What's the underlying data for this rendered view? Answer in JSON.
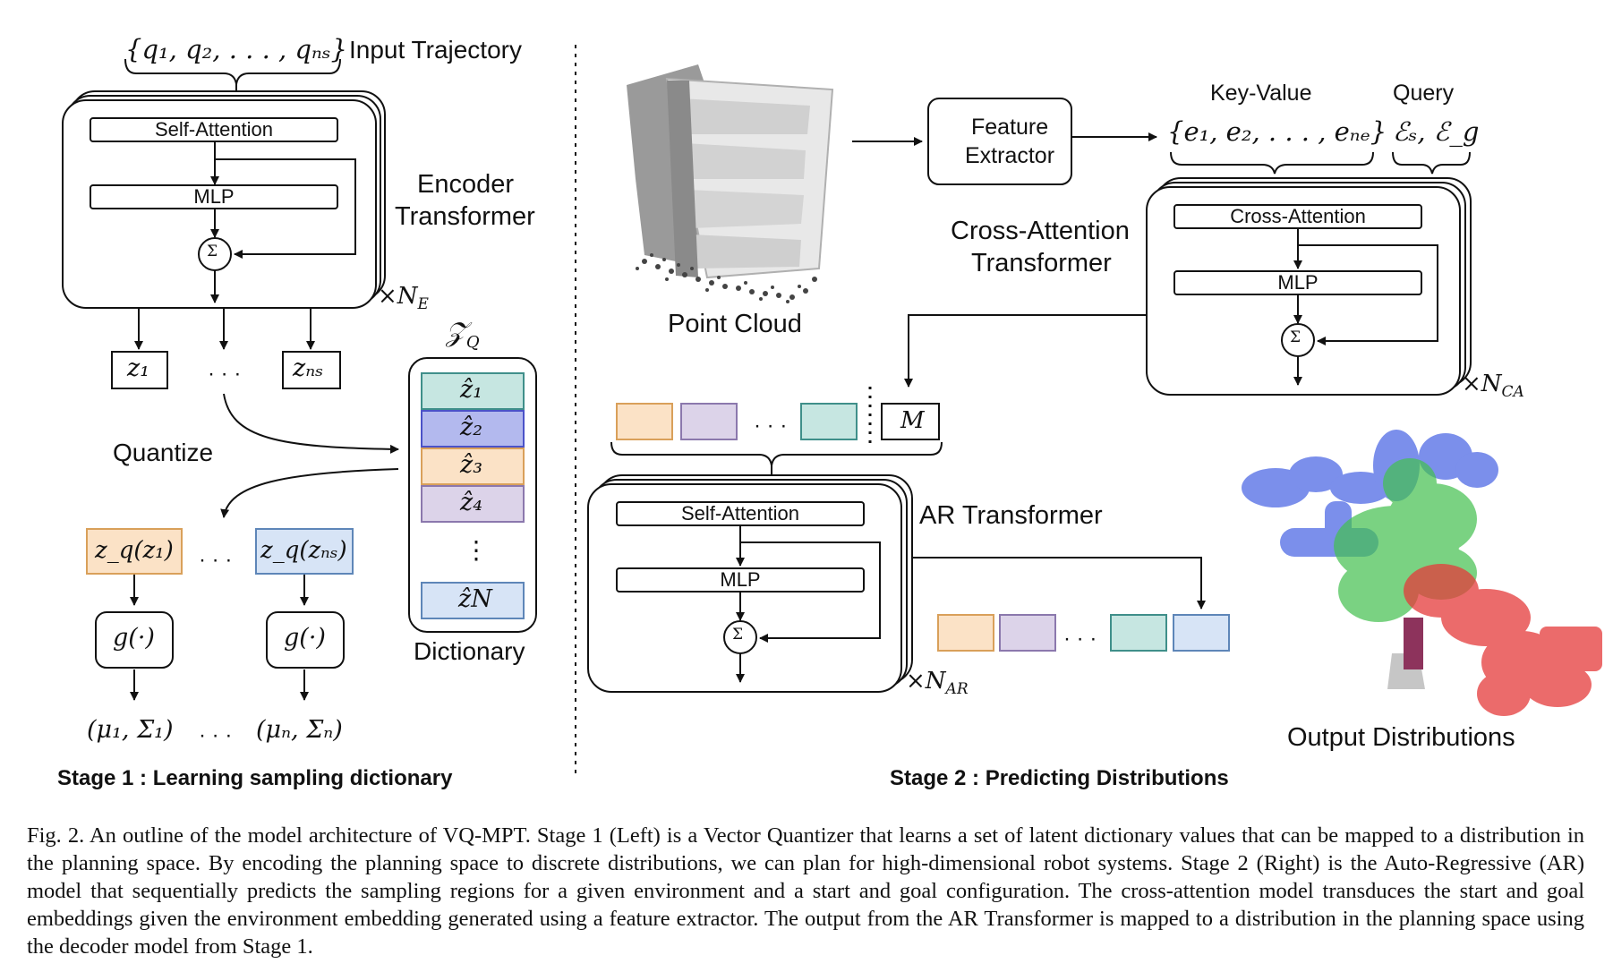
{
  "stage1": {
    "input_traj_math": "{q₁, q₂, . . . , qₙₛ}",
    "input_traj_label": "Input Trajectory",
    "encoder": {
      "self_attention": "Self-Attention",
      "mlp": "MLP",
      "sum": "Σ",
      "label_line1": "Encoder",
      "label_line2": "Transformer",
      "repeat": "×N",
      "repeat_sub": "E"
    },
    "z_first": "z₁",
    "dots": "· · ·",
    "z_last": "zₙₛ",
    "quantize": "Quantize",
    "dict_title": "𝒵",
    "dict_title_sub": "Q",
    "dictionary": [
      {
        "label": "ẑ₁",
        "color": "#c6e6e1",
        "border": "#3f8f8a"
      },
      {
        "label": "ẑ₂",
        "color": "#b3b9ee",
        "border": "#4b52c8"
      },
      {
        "label": "ẑ₃",
        "color": "#fbe2c6",
        "border": "#d9a05a"
      },
      {
        "label": "ẑ₄",
        "color": "#dcd3e9",
        "border": "#8b78ad"
      },
      {
        "label": "ẑN",
        "color": "#d7e4f6",
        "border": "#5e86b8"
      }
    ],
    "dict_vdots": "⋮",
    "dict_label": "Dictionary",
    "zq_first": "z_q(z₁)",
    "zq_last": "z_q(zₙₛ)",
    "zq_first_color": "#fbe2c6",
    "zq_first_border": "#d9a05a",
    "zq_last_color": "#d7e4f6",
    "zq_last_border": "#5e86b8",
    "g": "g(·)",
    "out_first": "(μ₁, Σ₁)",
    "out_last": "(μₙ, Σₙ)",
    "title": "Stage 1 : Learning sampling dictionary"
  },
  "stage2": {
    "point_cloud_label": "Point Cloud",
    "feature_extractor_line1": "Feature",
    "feature_extractor_line2": "Extractor",
    "key_value_label": "Key-Value",
    "key_value_math": "{e₁, e₂, . . . , eₙₑ}",
    "query_label": "Query",
    "query_math": "ℰₛ, ℰ_g",
    "cross": {
      "label_line1": "Cross-Attention",
      "label_line2": "Transformer",
      "cross_attention": "Cross-Attention",
      "mlp": "MLP",
      "sum": "Σ",
      "repeat": "×N",
      "repeat_sub": "CA"
    },
    "token_M": "M",
    "seq_dots": "· · ·",
    "ar": {
      "label": "AR Transformer",
      "self_attention": "Self-Attention",
      "mlp": "MLP",
      "sum": "Σ",
      "repeat": "×N",
      "repeat_sub": "AR"
    },
    "output_label": "Output Distributions",
    "title": "Stage 2 : Predicting Distributions"
  },
  "caption": "Fig. 2.   An outline of the model architecture of VQ-MPT. Stage 1 (Left) is a Vector Quantizer that learns a set of latent dictionary values that can be mapped to a distribution in the planning space. By encoding the planning space to discrete distributions, we can plan for high-dimensional robot systems. Stage 2 (Right) is the Auto-Regressive (AR) model that sequentially predicts the sampling regions for a given environment and a start and goal configuration. The cross-attention model transduces the start and goal embeddings given the environment embedding generated using a feature extractor. The output from the AR Transformer is mapped to a distribution in the planning space using the decoder model from Stage 1.",
  "colors": {
    "orange_fill": "#fbe2c6",
    "orange_border": "#d9a05a",
    "purple_fill": "#dcd3e9",
    "purple_border": "#8b78ad",
    "teal_fill": "#c6e6e1",
    "teal_border": "#3f8f8a",
    "blue_fill": "#d7e4f6",
    "blue_border": "#5e86b8"
  }
}
